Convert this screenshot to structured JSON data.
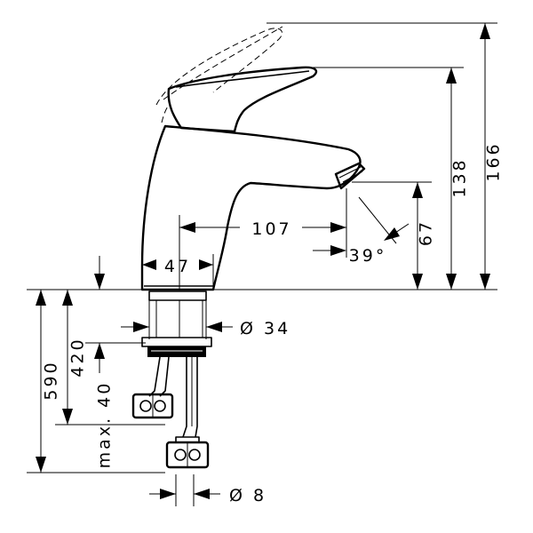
{
  "dimensions": {
    "total_height": "166",
    "spout_height": "138",
    "outlet_height": "67",
    "projection": "107",
    "outlet_angle": "39°",
    "body_width": "47",
    "shank_diameter": "Ø 34",
    "hose_length": "590",
    "shank_length": "420",
    "max_thickness": "max. 40",
    "hose_diameter": "Ø 8"
  }
}
